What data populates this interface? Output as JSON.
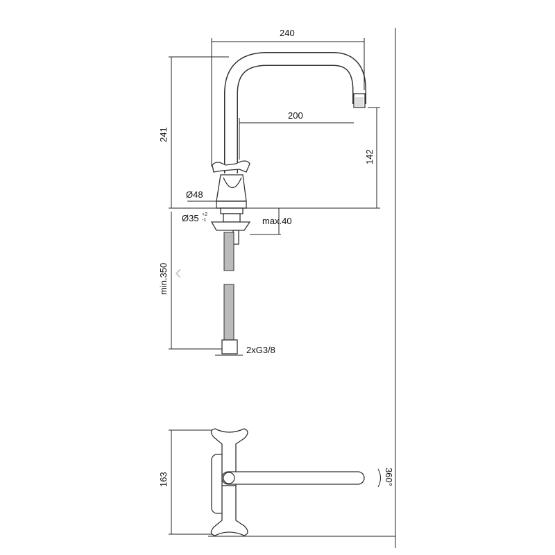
{
  "dimensions": {
    "spout_reach_total": "240",
    "spout_reach_inner": "200",
    "total_height": "241",
    "spout_height": "142",
    "base_diameter": "Ø48",
    "hole_diameter": "Ø35",
    "hole_tol_plus": "+2",
    "hole_tol_minus": "-1",
    "max_deck_thickness": "max.40",
    "min_hose_length": "min.350",
    "connection": "2xG3/8",
    "top_view_width": "163",
    "rotation": "360°"
  },
  "nav": {
    "prev": "‹"
  }
}
